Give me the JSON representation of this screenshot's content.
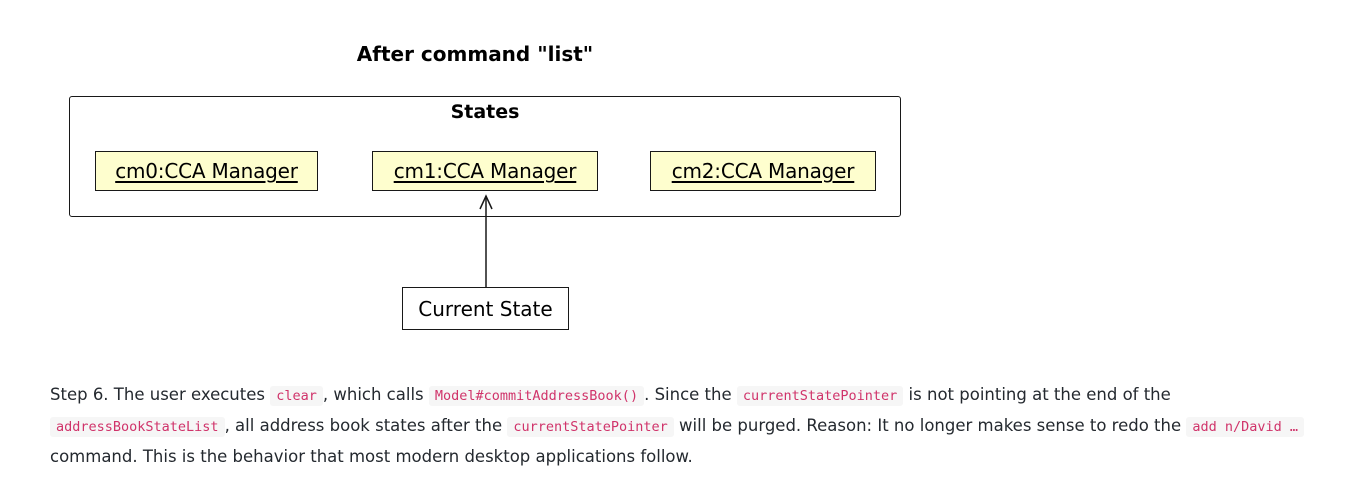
{
  "diagram": {
    "title": "After command \"list\"",
    "frame_title": "States",
    "states": [
      "cm0:CCA Manager",
      "cm1:CCA Manager",
      "cm2:CCA Manager"
    ],
    "pointer_label": "Current State",
    "pointer_target_index": 1,
    "colors": {
      "state_fill": "#fefece",
      "border": "#181818"
    }
  },
  "paragraph": {
    "t1": "Step 6. The user executes ",
    "c1": "clear",
    "t2": ", which calls ",
    "c2": "Model#commitAddressBook()",
    "t3": ". Since the ",
    "c3": "currentStatePointer",
    "t4": " is not pointing at the end of the ",
    "c4": "addressBookStateList",
    "t5": ", all address book states after the ",
    "c5": "currentStatePointer",
    "t6": " will be purged. Reason: It no longer makes sense to redo the ",
    "c6": "add n/David …",
    "t7": " command. This is the behavior that most modern desktop applications follow.",
    "code_color": "#d0336a"
  }
}
